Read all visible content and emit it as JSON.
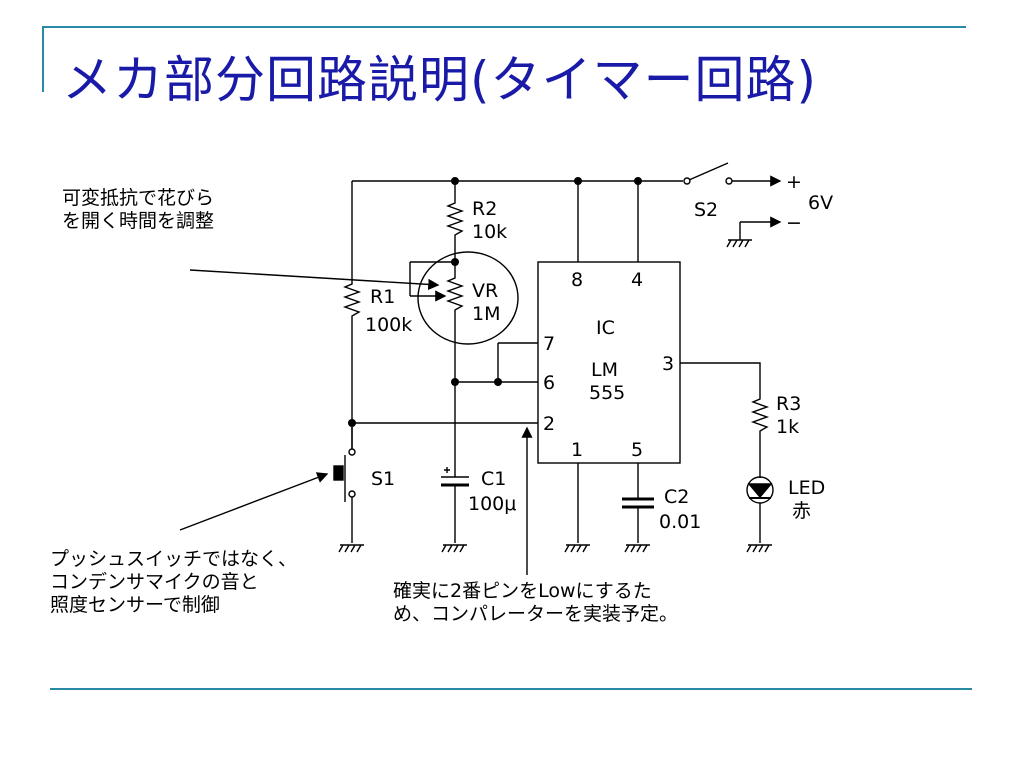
{
  "title": "メカ部分回路説明(タイマー回路)",
  "notes": {
    "vr_note": [
      "可変抵抗で花びら",
      "を開く時間を調整"
    ],
    "switch_note": [
      "プッシュスイッチではなく、",
      "コンデンサマイクの音と",
      "照度センサーで制御"
    ],
    "pin2_note": [
      "確実に2番ピンをLowにするた",
      "め、コンパレーターを実装予定。"
    ]
  },
  "circuit": {
    "power": {
      "plus": "+",
      "minus": "−",
      "voltage": "6V"
    },
    "switch_s2": "S2",
    "switch_s1": "S1",
    "r1": {
      "name": "R1",
      "value": "100k"
    },
    "r2": {
      "name": "R2",
      "value": "10k"
    },
    "vr": {
      "name": "VR",
      "value": "1M"
    },
    "r3": {
      "name": "R3",
      "value": "1k"
    },
    "c1": {
      "name": "C1",
      "value": "100μ"
    },
    "c2": {
      "name": "C2",
      "value": "0.01"
    },
    "led": {
      "name": "LED",
      "color": "赤"
    },
    "ic": {
      "label": "IC",
      "part1": "LM",
      "part2": "555",
      "pins": {
        "p8": "8",
        "p4": "4",
        "p7": "7",
        "p6": "6",
        "p3": "3",
        "p2": "2",
        "p1": "1",
        "p5": "5"
      }
    }
  },
  "colors": {
    "title": "#1a1aa8",
    "frame": "#2a8aa6",
    "wire": "#000000"
  }
}
